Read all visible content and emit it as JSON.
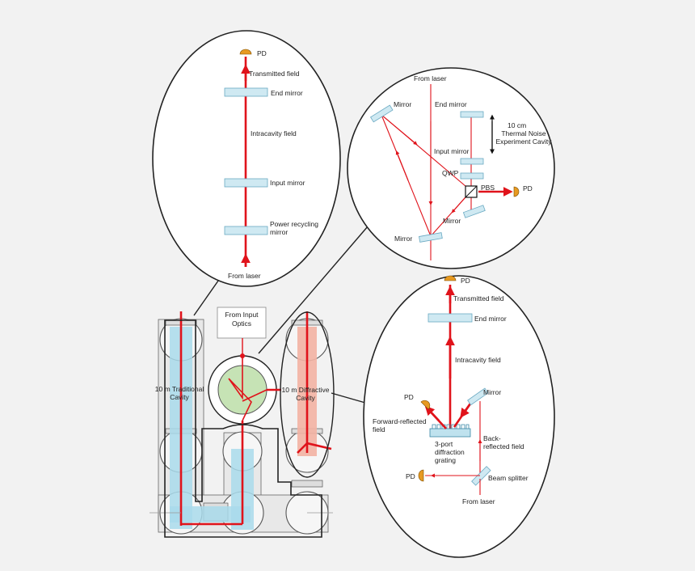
{
  "colors": {
    "beam": "#e0131b",
    "mirror": "#cfe9f2",
    "photodiode": "#e79a22",
    "traditional_cavity": "#a9dbeb",
    "diffractive_cavity": "#f3b3a3",
    "input_optics": "#c6e3b5"
  },
  "labels": {
    "from_input_optics": "From Input Optics",
    "traditional_cavity": "10 m Traditional Cavity",
    "diffractive_cavity": "10 m Diffractive Cavity"
  },
  "inset_traditional": {
    "pd": "PD",
    "transmitted_field": "Transmitted field",
    "end_mirror": "End mirror",
    "intracavity_field": "Intracavity field",
    "input_mirror": "Input mirror",
    "power_recycling_mirror": "Power recycling mirror",
    "from_laser": "From laser"
  },
  "inset_thermal": {
    "from_laser": "From laser",
    "mirror_top": "Mirror",
    "end_mirror": "End mirror",
    "length": "10 cm",
    "cavity_name": "Thermal Noise Experiment Cavity",
    "input_mirror": "Input mirror",
    "qwp": "QWP",
    "pbs": "PBS",
    "pd": "PD",
    "mirror_right": "Mirror",
    "mirror_bottom": "Mirror"
  },
  "inset_diffractive": {
    "pd_top": "PD",
    "transmitted_field": "Transmitted field",
    "end_mirror": "End mirror",
    "intracavity_field": "Intracavity field",
    "pd_left": "PD",
    "mirror": "Mirror",
    "forward_reflected": "Forward-reflected field",
    "grating": "3-port diffraction grating",
    "back_reflected": "Back-reflected field",
    "pd_bottom": "PD",
    "beam_splitter": "Beam splitter",
    "from_laser": "From laser"
  }
}
